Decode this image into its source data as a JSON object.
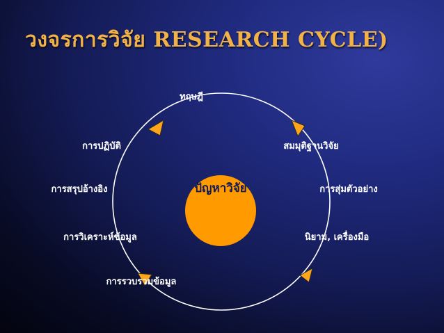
{
  "slide": {
    "title": "วงจรการวิจัย  RESEARCH CYCLE)"
  },
  "cycle": {
    "core": "ปัญหาวิจัย",
    "steps": [
      "ทฤษฎี",
      "สมมุติฐานวิจัย",
      "การสุ่มตัวอย่าง",
      "นิยาม, เครื่องมือ",
      "การรวบรวมข้อมูล",
      "การวิเคราะห์ข้อมูล",
      "การสรุปอ้างอิง",
      "การปฏิบัติ"
    ]
  },
  "colors": {
    "background": "#1f2a7e",
    "title": "#f2b24a",
    "circle_line": "#ffffff",
    "core_fill": "#ff9a00",
    "arrow_fill": "#ffa51a"
  },
  "icons": {
    "arrow": "triangle-arrow-icon"
  }
}
